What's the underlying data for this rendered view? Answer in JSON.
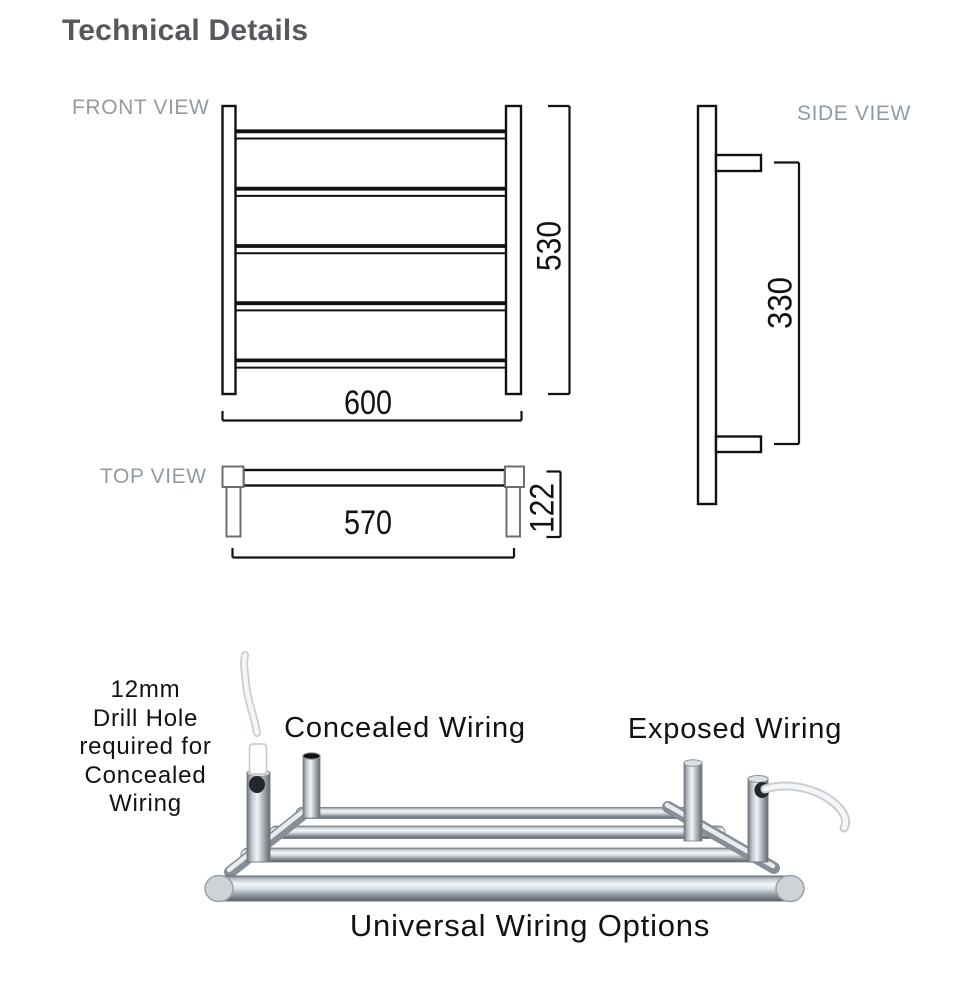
{
  "page": {
    "title": "Technical Details"
  },
  "views": {
    "front": {
      "label": "FRONT VIEW",
      "width_mm": "600",
      "height_mm": "530"
    },
    "side": {
      "label": "SIDE VIEW",
      "bracket_spacing_mm": "330"
    },
    "top": {
      "label": "TOP VIEW",
      "bracket_width_mm": "570",
      "depth_mm": "122"
    }
  },
  "illustration": {
    "drill_note_lines": [
      "12mm",
      "Drill Hole",
      "required for",
      "Concealed",
      "Wiring"
    ],
    "concealed_label": "Concealed Wiring",
    "exposed_label": "Exposed Wiring",
    "caption": "Universal Wiring Options"
  },
  "colors": {
    "title": "#56585c",
    "view_label": "#929aa2",
    "line": "#111111",
    "illustration_text": "#101214",
    "chrome_light": "#f4f6f8",
    "chrome_dark": "#5a6167"
  }
}
